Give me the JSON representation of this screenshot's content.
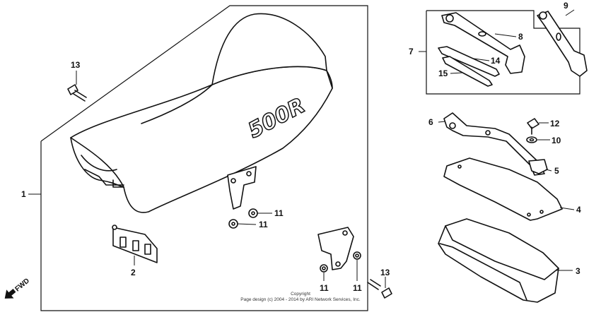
{
  "callouts": {
    "c1": "1",
    "c2": "2",
    "c3": "3",
    "c4": "4",
    "c5": "5",
    "c6": "6",
    "c7": "7",
    "c8": "8",
    "c9": "9",
    "c10": "10",
    "c11a": "11",
    "c11b": "11",
    "c11c": "11",
    "c11d": "11",
    "c12": "12",
    "c13a": "13",
    "c13b": "13",
    "c14": "14",
    "c15": "15"
  },
  "seat_badge": "500R",
  "fwd_label": "FWD",
  "copyright": {
    "line1": "Copyright",
    "line2": "Page design (c) 2004 - 2014 by ARI Network Services, Inc."
  }
}
